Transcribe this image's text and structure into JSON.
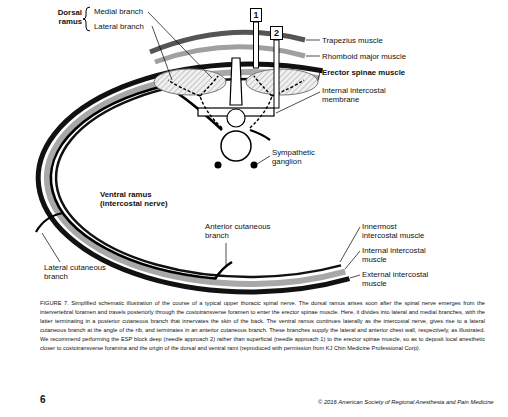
{
  "diagram": {
    "caption": "FIGURE 7. Simplified schematic illustration of the course of a typical upper thoracic spinal nerve. The dorsal ramus arises soon after the spinal nerve emerges from the intervertebral foramen and travels posteriorly through the costotransverse foramen to enter the erector spinae muscle. Here, it divides into lateral and medial branches, with the latter terminating in a posterior cutaneous branch that innervates the skin of the back. The ventral ramus continues laterally as the intercostal nerve, gives rise to a lateral cutaneous branch at the angle of the rib, and terminates in an anterior cutaneous branch. These branches supply the lateral and anterior chest wall, respectively, as illustrated. We recommend performing the ESP block deep (needle approach 2) rather than superficial (needle approach 1) to the erector spinae muscle, so as to deposit local anesthetic closer to costotransverse foramina and the origin of the dorsal and ventral rami (reproduced with permission from KJ Chin Medicine Professional Corp).",
    "nodes": [
      {
        "text": [
          "1"
        ]
      },
      {
        "text": [
          "2"
        ]
      }
    ],
    "labels": [
      "Dorsal ramus",
      "Medial branch",
      "Lateral branch",
      "Trapezius muscle",
      "Rhomboid major muscle",
      "Erector spinae muscle",
      "Internal intercostal membrane",
      "Sympathetic ganglion",
      "Ventral ramus (intercostal nerve)",
      "Anterior cutaneous branch",
      "Innermost intercostal muscle",
      "Internal intercostal muscle",
      "External intercostal muscle",
      "Lateral cutaneous branch",
      "6",
      "© 2016 American Society of Regional Anesthesia and Pain Medicine"
    ]
  }
}
